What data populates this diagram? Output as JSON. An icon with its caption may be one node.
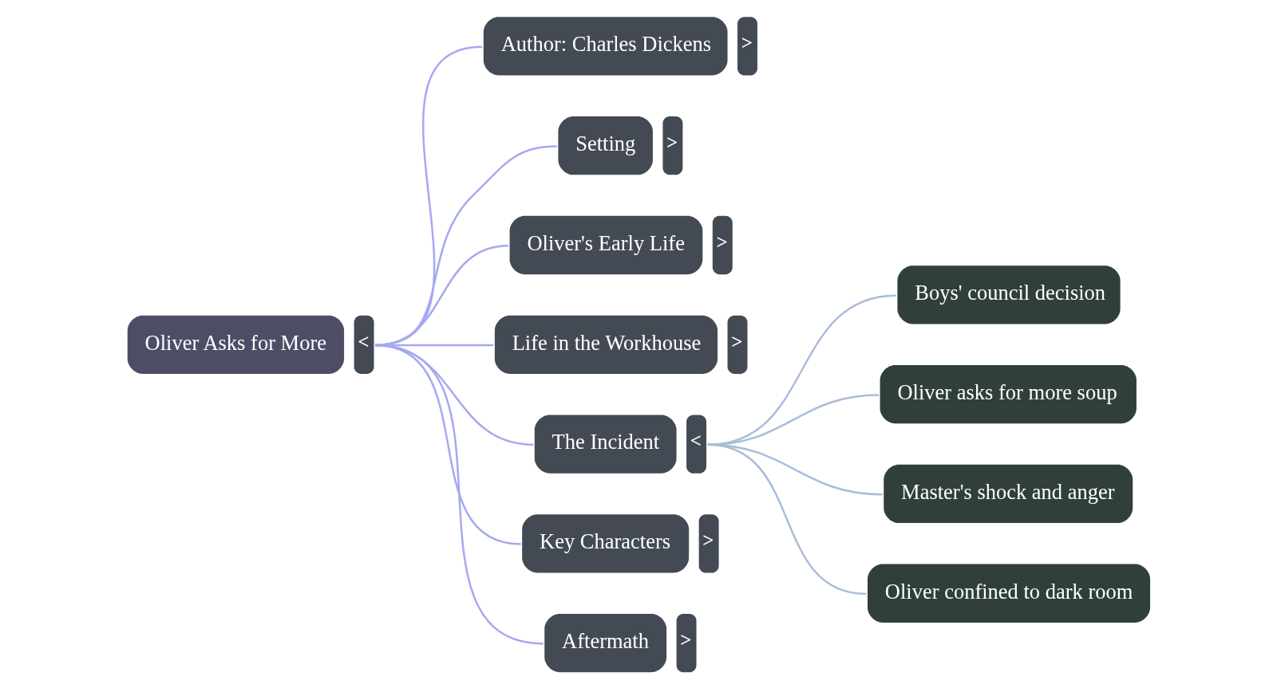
{
  "diagram": {
    "nodes": [
      {
        "text": [
          "Oliver Asks for More"
        ],
        "beside": [
          "<"
        ]
      },
      {
        "text": [
          "Author: Charles Dickens"
        ],
        "beside": [
          ">"
        ]
      },
      {
        "text": [
          "Setting"
        ],
        "beside": [
          ">"
        ]
      },
      {
        "text": [
          "Oliver's Early Life"
        ],
        "beside": [
          ">"
        ]
      },
      {
        "text": [
          "Life in the Workhouse"
        ],
        "beside": [
          ">"
        ]
      },
      {
        "text": [
          "The Incident"
        ],
        "beside": [
          "<"
        ]
      },
      {
        "text": [
          "Key Characters"
        ],
        "beside": [
          ">"
        ]
      },
      {
        "text": [
          "Aftermath"
        ],
        "beside": [
          ">"
        ]
      },
      {
        "text": [
          "Boys' council decision"
        ]
      },
      {
        "text": [
          "Oliver asks for more soup"
        ]
      },
      {
        "text": [
          "Master's shock and anger"
        ]
      },
      {
        "text": [
          "Oliver confined to dark room"
        ]
      }
    ],
    "edges": [
      {
        "from": 0,
        "to": 1,
        "arrow": "none"
      },
      {
        "from": 0,
        "to": 2,
        "arrow": "none"
      },
      {
        "from": 0,
        "to": 3,
        "arrow": "none"
      },
      {
        "from": 0,
        "to": 4,
        "arrow": "none"
      },
      {
        "from": 0,
        "to": 5,
        "arrow": "none"
      },
      {
        "from": 0,
        "to": 6,
        "arrow": "none"
      },
      {
        "from": 0,
        "to": 7,
        "arrow": "none"
      },
      {
        "from": 5,
        "to": 8,
        "arrow": "none",
        "color": "#a9bcd8"
      },
      {
        "from": 5,
        "to": 9,
        "arrow": "none",
        "color": "#a9bcd8"
      },
      {
        "from": 5,
        "to": 10,
        "arrow": "none",
        "color": "#a9bcd8"
      },
      {
        "from": 5,
        "to": 11,
        "arrow": "none",
        "color": "#a9bcd8"
      }
    ]
  }
}
